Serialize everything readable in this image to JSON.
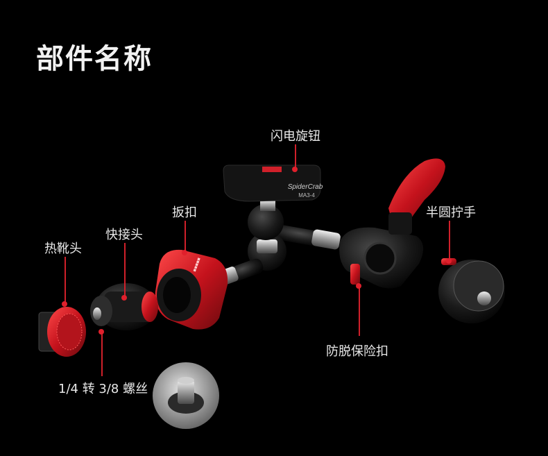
{
  "title": "部件名称",
  "labels": {
    "flash_knob": "闪电旋钮",
    "clamp": "扳扣",
    "quick_connect": "快接头",
    "hot_shoe": "热靴头",
    "half_round_handle": "半圆拧手",
    "safety_lock": "防脱保险扣",
    "screw_adapter": "1/4 转 3/8 螺丝"
  },
  "product_text": {
    "brand": "SpiderCrab",
    "model": "MA3-4"
  },
  "colors": {
    "background": "#000000",
    "accent": "#d0202a",
    "metal_dark": "#1c1c1c"
  }
}
